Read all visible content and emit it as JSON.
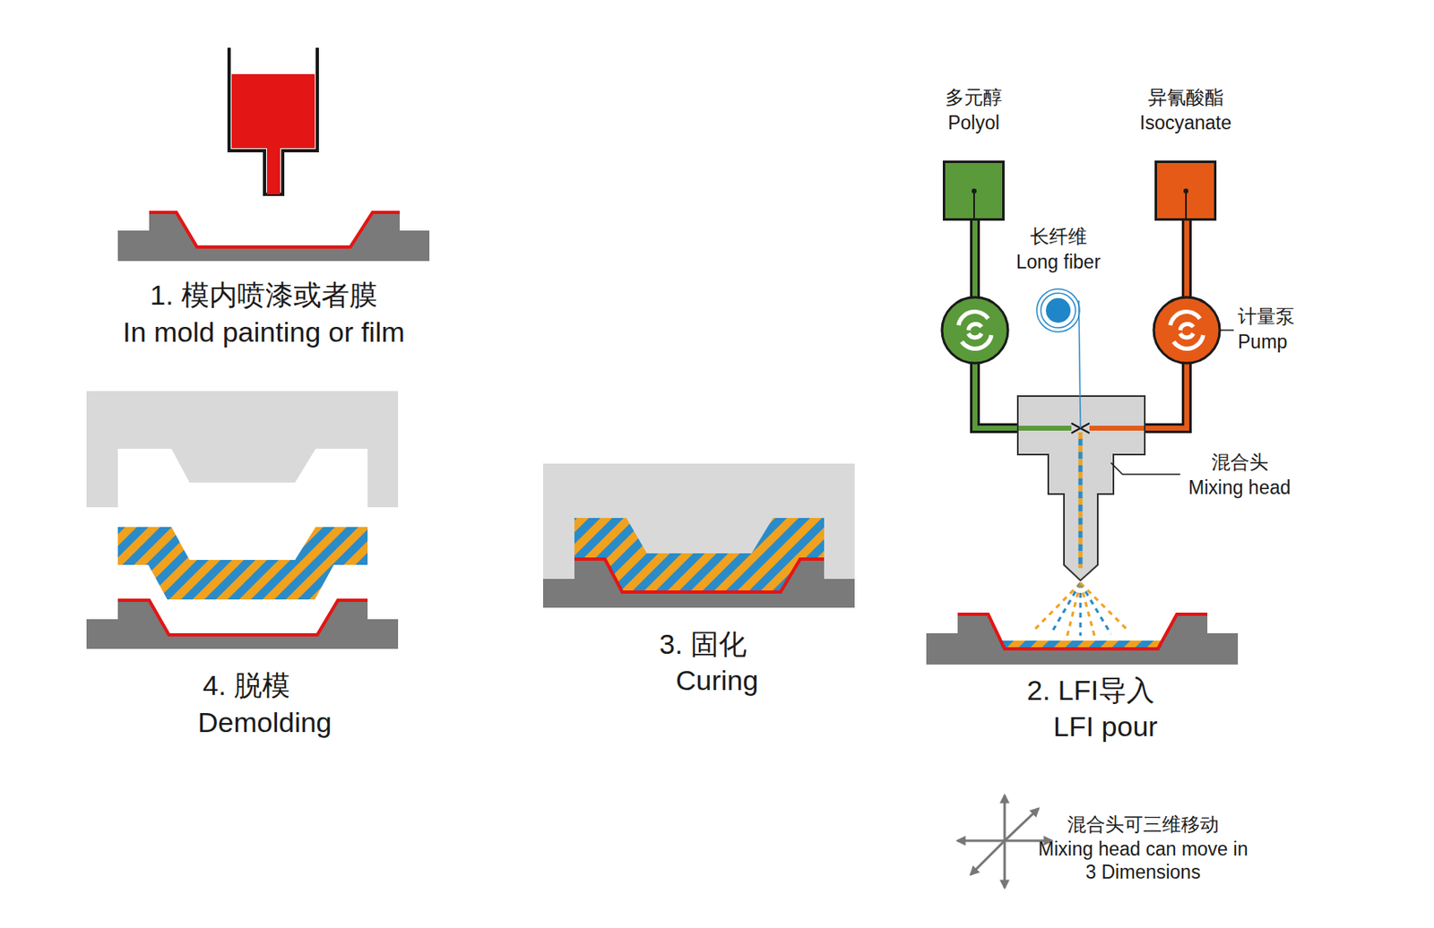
{
  "diagram": {
    "nodes": [
      {
        "text": [
          "多元醇",
          "Polyol"
        ]
      },
      {
        "text": [
          "异氰酸酯",
          "Isocyanate"
        ]
      }
    ],
    "labels": [
      "1. 模内喷漆或者膜",
      "In mold painting or film",
      "长纤维",
      "Long fiber",
      "计量泵",
      "Pump",
      "混合头",
      "Mixing head",
      "2. LFI导入",
      "LFI pour",
      "3. 固化",
      "Curing",
      "4. 脱模",
      "Demolding",
      "混合头可三维移动",
      "Mixing head can move in 3 Dimensions"
    ]
  }
}
